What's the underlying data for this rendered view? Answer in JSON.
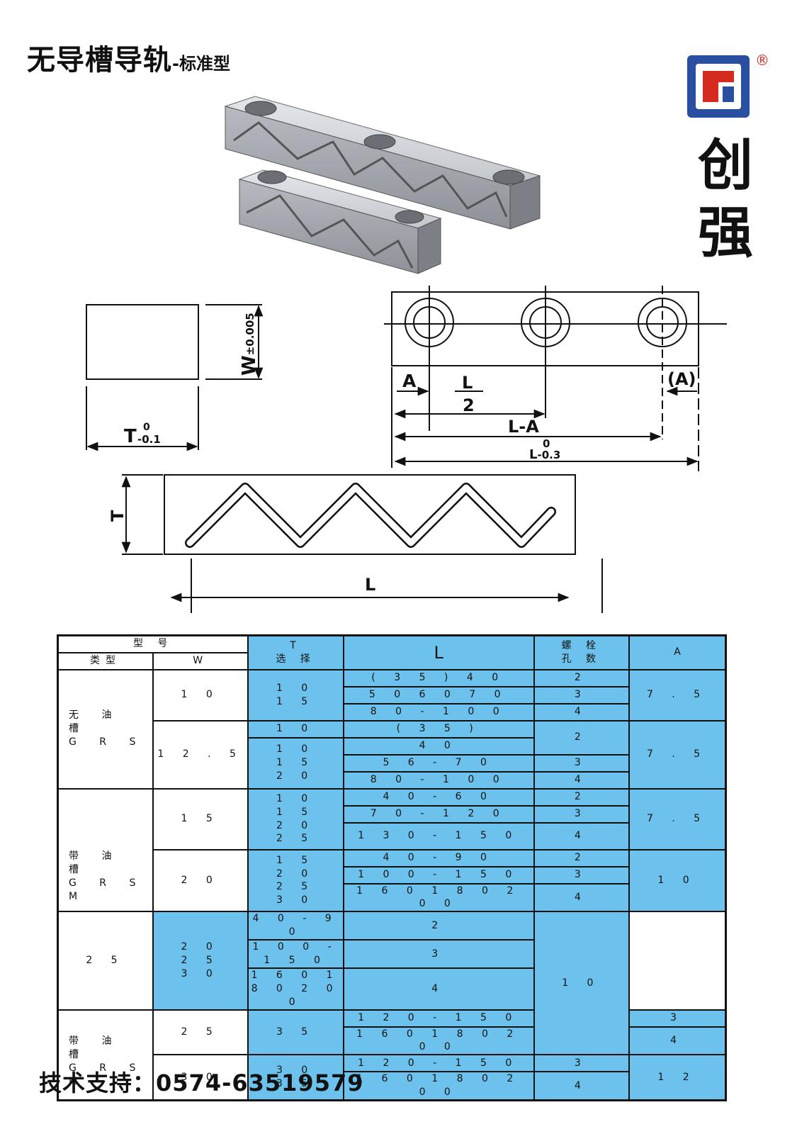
{
  "title": {
    "main": "无导槽导轨",
    "sub": "-标准型"
  },
  "brand": {
    "line1": "创",
    "line2": "强",
    "registered": "®"
  },
  "diagram": {
    "w_label": "W",
    "w_tol": "±0.005",
    "t_label": "T",
    "t_upper": "0",
    "t_lower": "-0.1",
    "a_label": "A",
    "half_num": "L",
    "half_den": "2",
    "la_label": "L-A",
    "a_paren": "(A)",
    "l_label": "L",
    "l_upper": "0",
    "l_lower": "-0.3",
    "side_t": "T",
    "side_l": "L"
  },
  "table": {
    "header": {
      "model": "型 号",
      "type": "类型",
      "w": "W",
      "t_top": "T",
      "t_bottom": "选 择",
      "l": "L",
      "bolt_top": "螺 栓",
      "bolt_bottom": "孔 数",
      "a": "A"
    },
    "types": [
      {
        "line1": "无 油 槽",
        "line2": "G R S"
      },
      {
        "line1": "带 油 槽",
        "line2": "G R S M"
      },
      {
        "line1": "带 油 槽",
        "line2": "G R S M"
      }
    ],
    "w": [
      "1 0",
      "1 2 . 5",
      "1 5",
      "2 0",
      "2 5",
      "2 5",
      "3 0"
    ],
    "t": [
      [
        "1 0",
        "1 5"
      ],
      [
        "1 0"
      ],
      [
        "1 0",
        "1 5",
        "2 0"
      ],
      [
        "1 0",
        "1 5",
        "2 0",
        "2 5"
      ],
      [
        "1 5",
        "2 0",
        "2 5",
        "3 0"
      ],
      [
        "2 0",
        "2 5",
        "3 0"
      ],
      [
        "3 5"
      ],
      [
        "3 0",
        "3 5"
      ]
    ],
    "l": [
      "( 3 5 ) 4 0",
      "5 0 6 0 7 0",
      "8 0 - 1 0 0",
      "( 3 5 )",
      "4 0",
      "5 6 - 7 0",
      "8 0 - 1 0 0",
      "4 0 - 6 0",
      "7 0 - 1 2 0",
      "1 3 0 - 1 5 0",
      "4 0 - 9 0",
      "1 0 0 - 1 5 0",
      "1 6 0 1 8 0 2 0 0",
      "4 0 - 9 0",
      "1 0 0 - 1 5 0",
      "1 6 0 1 8 0 2 0 0",
      "1 2 0 - 1 5 0",
      "1 6 0 1 8 0 2 0 0",
      "1 2 0 - 1 5 0",
      "1 6 0 1 8 0 2 0 0"
    ],
    "holes": [
      "2",
      "3",
      "4",
      "2",
      "3",
      "4",
      "2",
      "3",
      "4",
      "2",
      "3",
      "4",
      "2",
      "3",
      "4",
      "3",
      "4",
      "3",
      "4"
    ],
    "a": [
      "7 . 5",
      "7 . 5",
      "7 . 5",
      "1 0",
      "1 0",
      "1 2"
    ]
  },
  "footer": {
    "label": "技术支持：",
    "phone": "0574-63519579"
  },
  "colors": {
    "table_blue": "#6cc2ec",
    "logo_blue": "#2a4fa0",
    "logo_red": "#d42a20",
    "metal": "#a9adb3"
  }
}
